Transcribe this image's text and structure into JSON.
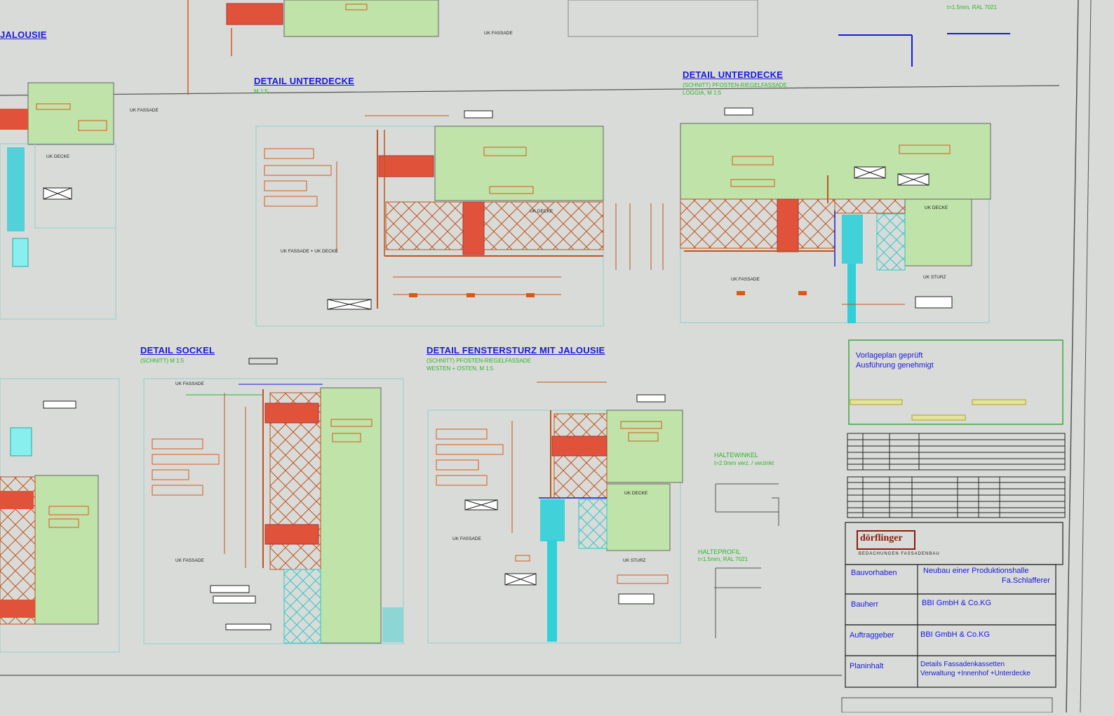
{
  "titles": {
    "jalousie": "JALOUSIE",
    "unterdecke_1": "DETAIL UNTERDECKE",
    "unterdecke_2": "DETAIL UNTERDECKE",
    "sockel": "DETAIL SOCKEL",
    "fenstersturz": "DETAIL FENSTERSTURZ MIT JALOUSIE"
  },
  "labels": {
    "uk_fassade": "UK FASSADE",
    "uk_decke": "UK DECKE",
    "uk_sturz": "UK STURZ",
    "uk_fassade_decke": "UK FASSADE + UK DECKE",
    "haltewinkel": "HALTEWINKEL",
    "haltewinkel_spec": "t=2.0mm verz. / verzinkt",
    "halteprofil": "HALTEPROFIL",
    "halteprofil_spec": "t=1.5mm, RAL 7021",
    "ral_top": "t=1.5mm, RAL 7021",
    "unterdecke_sub": "M 1:5",
    "sockel_sub": "(SCHNITT) M 1:5",
    "fenstersturz_sub": "(SCHNITT) PFOSTEN-RIEGELFASSADE",
    "fenstersturz_sub2": "WESTEN + OSTEN, M 1:5",
    "unterdecke2_sub": "(SCHNITT) PFOSTEN-RIEGELFASSADE",
    "unterdecke2_sub2": "LOGGIA, M 1:5"
  },
  "stamp": {
    "line1": "Vorlageplan geprüft",
    "line2": "Ausführung genehmigt"
  },
  "title_block": {
    "company_logo": "dörflinger",
    "company_sub": "BEDACHUNGEN FASSADENBAU",
    "bauvorhaben_label": "Bauvorhaben",
    "bauvorhaben_value": "Neubau einer Produktionshalle",
    "bauvorhaben_extra": "Fa.Schlafferer",
    "bauherr_label": "Bauherr",
    "bauherr_value": "BBI GmbH & Co.KG",
    "auftraggeber_label": "Auftraggeber",
    "auftraggeber_value": "BBI GmbH & Co.KG",
    "planinhalt_label": "Planinhalt",
    "planinhalt_value1": "Details Fassadenkassetten",
    "planinhalt_value2": "Verwaltung +Innenhof +Unterdecke"
  },
  "colors": {
    "panel_green": "#bfe3a8",
    "beam_red": "#e0533a",
    "insulation_line": "#c0541e",
    "frame_cyan": "#2fd0d8",
    "title_blue": "#1a1ad6",
    "dim_orange": "#d85a1a"
  }
}
